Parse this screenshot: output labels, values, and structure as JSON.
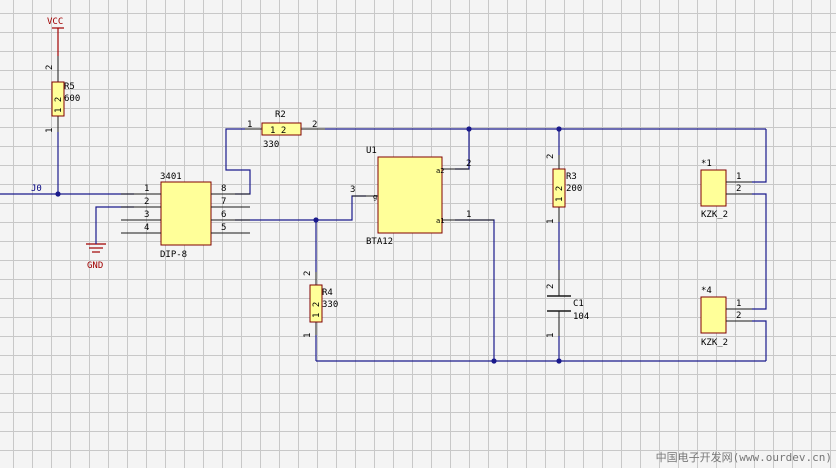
{
  "power": {
    "vcc": "VCC",
    "gnd": "GND"
  },
  "nets": {
    "input": "J0"
  },
  "components": {
    "r5": {
      "ref": "R5",
      "value": "600",
      "pin_a": "2",
      "pin_b": "1",
      "body": "1 2"
    },
    "r2": {
      "ref": "R2",
      "value": "330",
      "pin_a": "1",
      "pin_b": "2",
      "body": "1 2"
    },
    "ic": {
      "ref": "3401",
      "package": "DIP-8",
      "pins_left": [
        "1",
        "2",
        "3",
        "4"
      ],
      "pins_right": [
        "8",
        "7",
        "6",
        "5"
      ]
    },
    "u1": {
      "ref": "U1",
      "value": "BTA12",
      "pin_g": "3",
      "pin_a2": "2",
      "pin_a1": "1",
      "label_a2": "a2",
      "label_a1": "a1",
      "label_g": "g"
    },
    "r3": {
      "ref": "R3",
      "value": "200",
      "pin_a": "2",
      "pin_b": "1",
      "body": "1 2"
    },
    "r4": {
      "ref": "R4",
      "value": "330",
      "pin_a": "2",
      "pin_b": "1",
      "body": "1 2"
    },
    "c1": {
      "ref": "C1",
      "value": "104",
      "pin_a": "2",
      "pin_b": "1"
    },
    "j1": {
      "ref": "*1",
      "value": "KZK_2",
      "pin_1": "1",
      "pin_2": "2"
    },
    "j2": {
      "ref": "*4",
      "value": "KZK_2",
      "pin_1": "1",
      "pin_2": "2"
    }
  },
  "watermark": "中国电子开发网(www.ourdev.cn)",
  "colors": {
    "wire": "#1a1a8c",
    "body": "#ffff99",
    "outline": "#800000",
    "power": "#a00000",
    "grid": "#c8c8c8"
  }
}
